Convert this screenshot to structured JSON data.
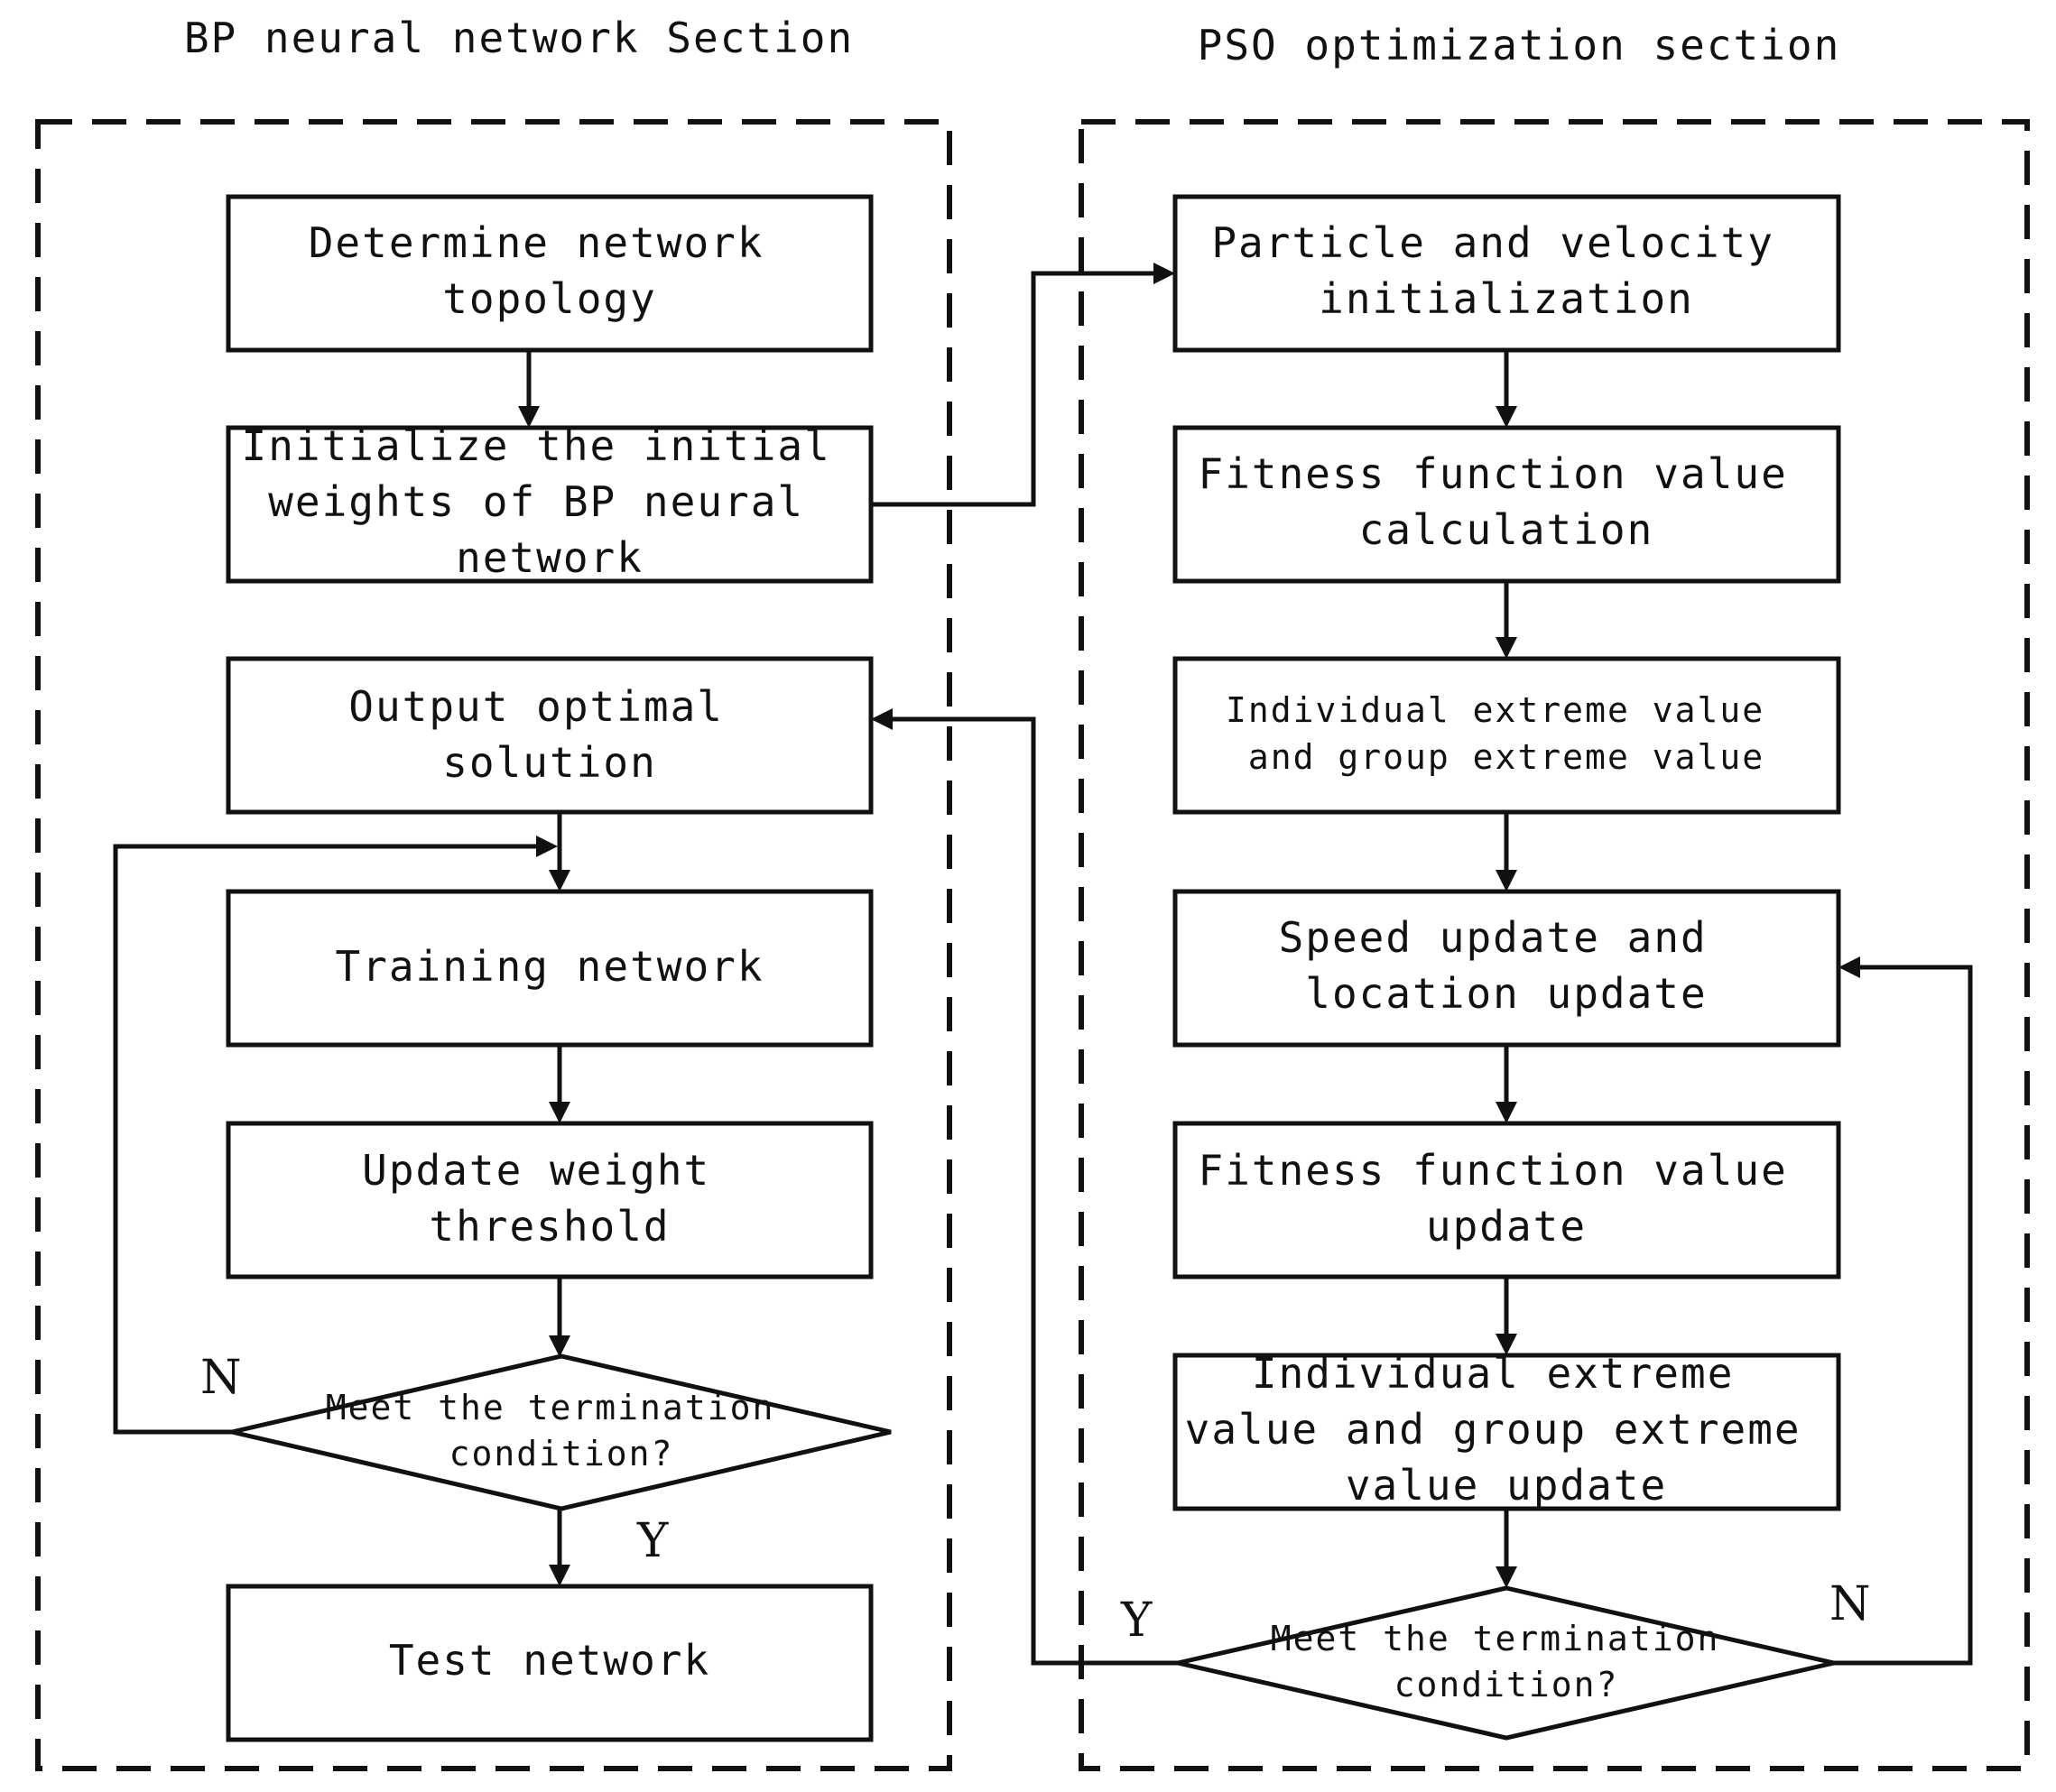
{
  "sections": {
    "bp": {
      "title": "BP neural network Section"
    },
    "pso": {
      "title": "PSO optimization section"
    }
  },
  "bp_steps": {
    "determine_topology": [
      "Determine network",
      "topology"
    ],
    "initialize_weights": [
      "Initialize the initial",
      "weights of BP neural",
      "network"
    ],
    "output_solution": [
      "Output optimal",
      "solution"
    ],
    "training_network": [
      "Training network"
    ],
    "update_weight": [
      "Update weight",
      "threshold"
    ],
    "termination_check": [
      "Meet the termination",
      "condition?"
    ],
    "test_network": [
      "Test network"
    ]
  },
  "pso_steps": {
    "particle_init": [
      "Particle and velocity",
      "initialization"
    ],
    "fitness_calc": [
      "Fitness function value",
      "calculation"
    ],
    "extreme_values": [
      "Individual extreme value",
      "and group extreme value"
    ],
    "speed_location_update": [
      "Speed update and",
      "location update"
    ],
    "fitness_update": [
      "Fitness function value",
      "update"
    ],
    "extreme_update": [
      "Individual extreme",
      "value and group extreme",
      "value update"
    ],
    "termination_check": [
      "Meet the termination",
      "condition?"
    ]
  },
  "branch_labels": {
    "bp_no": "N",
    "bp_yes": "Y",
    "pso_yes": "Y",
    "pso_no": "N"
  }
}
